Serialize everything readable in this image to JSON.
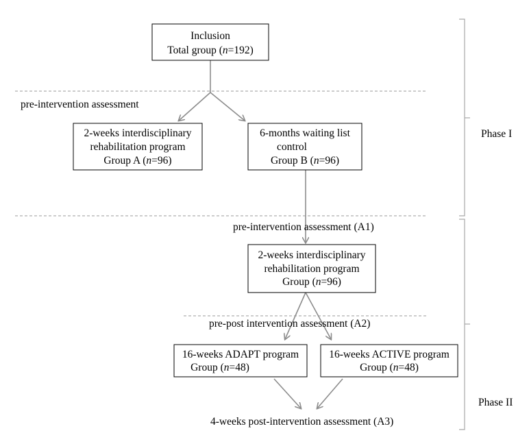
{
  "boxes": {
    "inclusion": {
      "line1": "Inclusion",
      "line2_pre": "Total group (",
      "line2_n": "n",
      "line2_post": "=192)"
    },
    "group_a": {
      "line1": "2-weeks interdisciplinary",
      "line2": "rehabilitation program",
      "line3_pre": "Group A (",
      "line3_n": "n",
      "line3_post": "=96)"
    },
    "group_b": {
      "line1": "6-months waiting list",
      "line2": "control",
      "line3_pre": "Group B (",
      "line3_n": "n",
      "line3_post": "=96)"
    },
    "rehab": {
      "line1": "2-weeks interdisciplinary",
      "line2": "rehabilitation program",
      "line3_pre": "Group (",
      "line3_n": "n",
      "line3_post": "=96)"
    },
    "adapt": {
      "line1": "16-weeks ADAPT program",
      "line2_pre": "Group (",
      "line2_n": "n",
      "line2_post": "=48)"
    },
    "active": {
      "line1": "16-weeks ACTIVE program",
      "line2_pre": "Group (",
      "line2_n": "n",
      "line2_post": "=48)"
    }
  },
  "labels": {
    "pre_assessment": "pre-intervention assessment",
    "a1": "pre-intervention assessment (A1)",
    "a2": "pre-post intervention assessment (A2)",
    "a3": "4-weeks post-intervention assessment (A3)"
  },
  "phases": {
    "phase1": "Phase I",
    "phase2": "Phase II"
  },
  "colors": {
    "arrow": "#8c8c8c",
    "dashed": "#999999",
    "box_border": "#000000"
  }
}
